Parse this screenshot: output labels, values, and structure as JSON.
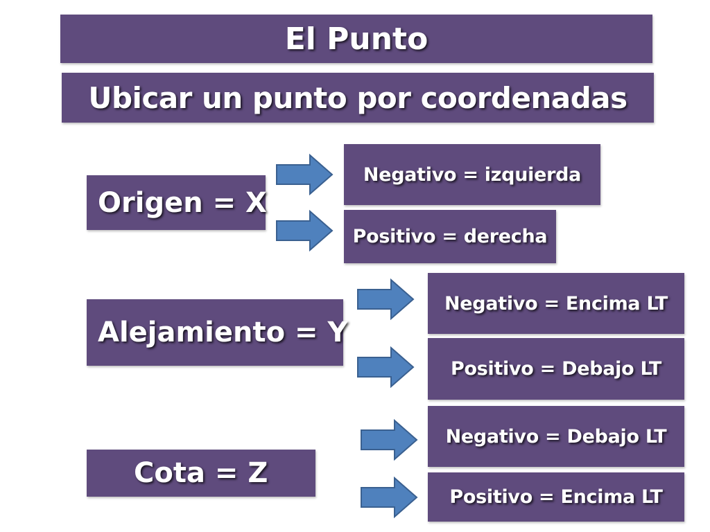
{
  "header": {
    "title": "El Punto",
    "subtitle": "Ubicar un punto por coordenadas"
  },
  "colors": {
    "box_fill": "#5f4b7d",
    "arrow_fill": "#4f81bd",
    "arrow_stroke": "#3a6090"
  },
  "groups": [
    {
      "label": "Origen = X",
      "negative": "Negativo = izquierda",
      "positive": "Positivo = derecha"
    },
    {
      "label": "Alejamiento = Y",
      "negative": "Negativo = Encima LT",
      "positive": "Positivo  = Debajo LT"
    },
    {
      "label": "Cota = Z",
      "negative": "Negativo = Debajo LT",
      "positive": "Positivo  = Encima LT"
    }
  ]
}
